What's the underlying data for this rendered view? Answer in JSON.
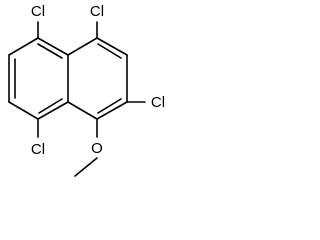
{
  "molecule": {
    "atoms": {
      "cl_top_left": "Cl",
      "cl_top_right": "Cl",
      "cl_right": "Cl",
      "cl_bottom_left": "Cl",
      "oxygen": "O"
    }
  }
}
